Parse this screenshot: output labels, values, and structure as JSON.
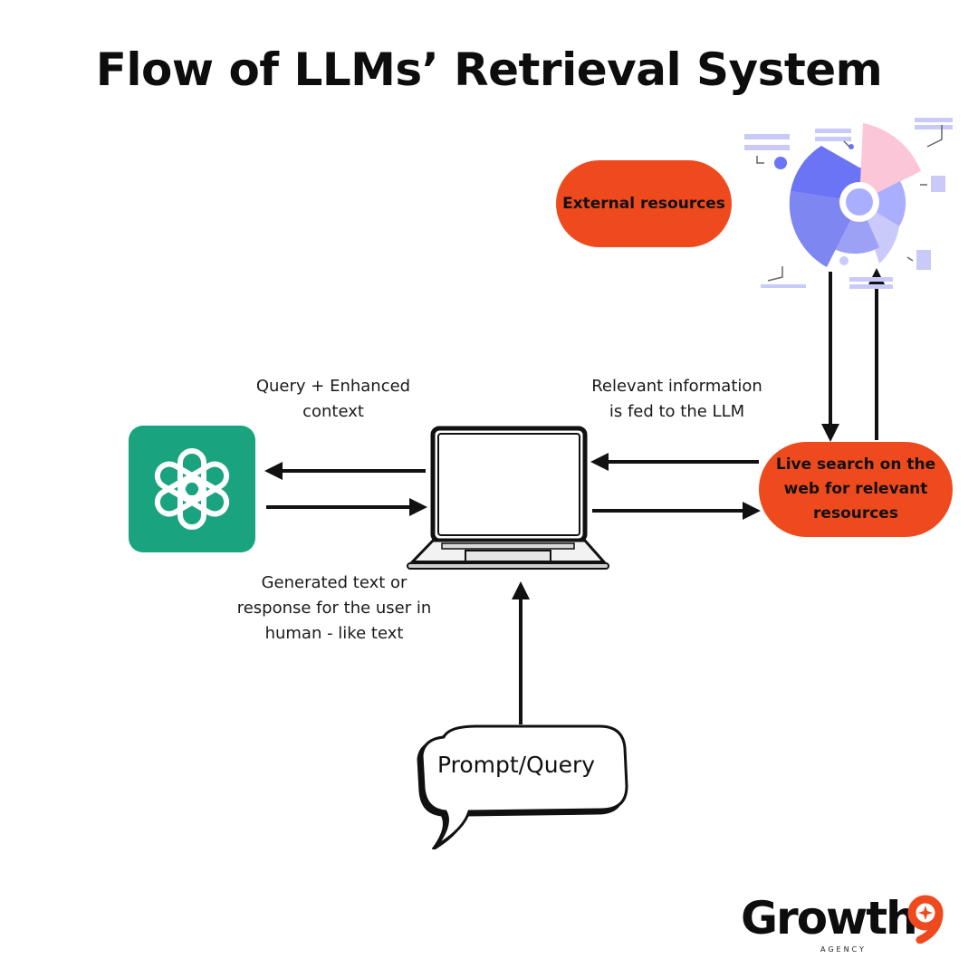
{
  "title": "Flow of LLMs’ Retrieval System",
  "nodes": {
    "external_resources": "External resources",
    "live_search": "Live search on the web for relevant resources",
    "prompt": "Prompt/Query"
  },
  "labels": {
    "query_enhanced_line1": "Query + Enhanced",
    "query_enhanced_line2": "context",
    "relevant_line1": "Relevant information",
    "relevant_line2": "is fed to the LLM",
    "generated_line1": "Generated text or",
    "generated_line2": "response for the user in",
    "generated_line3": "human - like text"
  },
  "logo": {
    "name": "Growth",
    "digit": "9",
    "tagline": "AGENCY"
  },
  "icons": {
    "llm": "openai-logo-icon",
    "device": "laptop-icon",
    "data": "pie-chart-icon",
    "speech": "speech-bubble-icon"
  },
  "colors": {
    "accent_orange": "#ef4a1d",
    "openai_green": "#19a37e",
    "chart_blue": "#6b74f5",
    "chart_pink": "#fcc6d9",
    "chart_lavender": "#c9caf9"
  }
}
